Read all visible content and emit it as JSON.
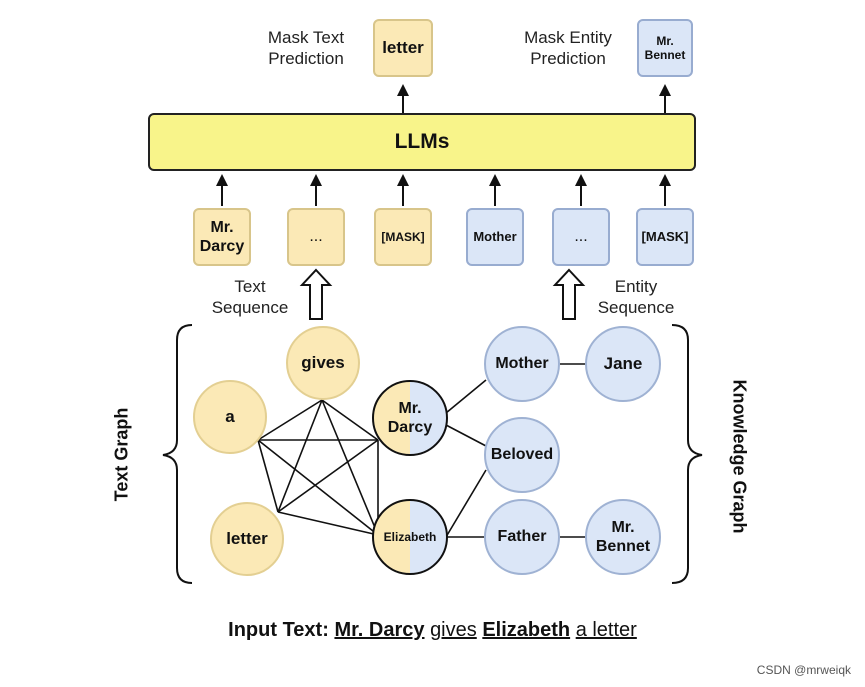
{
  "labels": {
    "mask_text_prediction": "Mask Text Prediction",
    "mask_entity_prediction": "Mask Entity Prediction",
    "text_sequence": "Text Sequence",
    "entity_sequence": "Entity Sequence",
    "text_graph": "Text Graph",
    "knowledge_graph": "Knowledge Graph"
  },
  "predictions": {
    "text_output": "letter",
    "entity_output": "Mr. Bennet"
  },
  "llm": {
    "label": "LLMs"
  },
  "text_tokens": [
    "Mr. Darcy",
    "...",
    "[MASK]"
  ],
  "entity_tokens": [
    "Mother",
    "...",
    "[MASK]"
  ],
  "text_graph_nodes": [
    "gives",
    "a",
    "letter"
  ],
  "shared_nodes": [
    "Mr. Darcy",
    "Elizabeth"
  ],
  "knowledge_graph_nodes": [
    "Mother",
    "Jane",
    "Beloved",
    "Father",
    "Mr. Bennet"
  ],
  "input_text": {
    "prefix": "Input Text:",
    "t1": "Mr. Darcy",
    "t2": "gives",
    "t3": "Elizabeth",
    "t4": "a letter"
  },
  "watermark": "CSDN @mrweiqk",
  "colors": {
    "text_fill": "#fbe9b6",
    "entity_fill": "#dbe6f7",
    "llm_fill": "#f8f48a"
  }
}
